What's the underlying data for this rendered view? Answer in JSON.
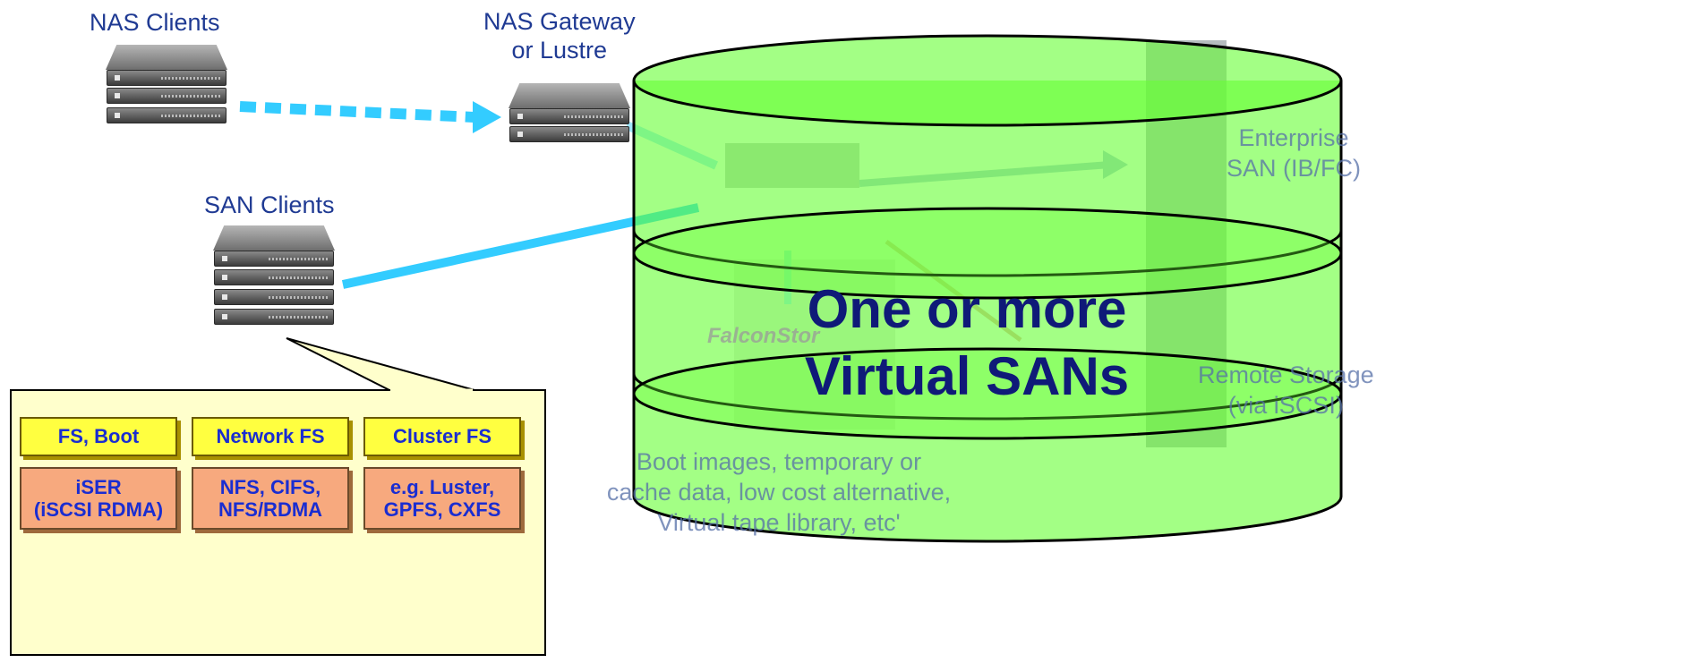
{
  "labels": {
    "nas_clients": "NAS Clients",
    "nas_gateway": [
      "NAS Gateway",
      "or Lustre"
    ],
    "san_clients": "SAN Clients",
    "enterprise": [
      "Enterprise",
      "SAN (IB/FC)"
    ],
    "remote_storage": [
      "Remote Storage",
      "(via iSCSI)"
    ],
    "boot_images": [
      "Boot images, temporary or",
      "cache data, low cost alternative,",
      "Virtual tape library, etc'"
    ],
    "falconstor": "FalconStor",
    "main_title": [
      "One or more",
      "Virtual SANs"
    ]
  },
  "callout": {
    "row1": [
      "FS, Boot",
      "Network FS",
      "Cluster FS"
    ],
    "row2": [
      [
        "iSER",
        "(iSCSI RDMA)"
      ],
      [
        "NFS, CIFS,",
        "NFS/RDMA"
      ],
      [
        "e.g. Luster,",
        "GPFS, CXFS"
      ]
    ]
  },
  "colors": {
    "cylinder_fill": "#66ff33",
    "connector": "#33ccff",
    "text": "#1f3a93",
    "title": "#0f1a78",
    "callout_bg": "#ffffcc",
    "yellow_box": "#ffff40",
    "orange_box": "#f7a97e"
  },
  "icons": [
    "server-rack-icon",
    "storage-array-icon"
  ]
}
